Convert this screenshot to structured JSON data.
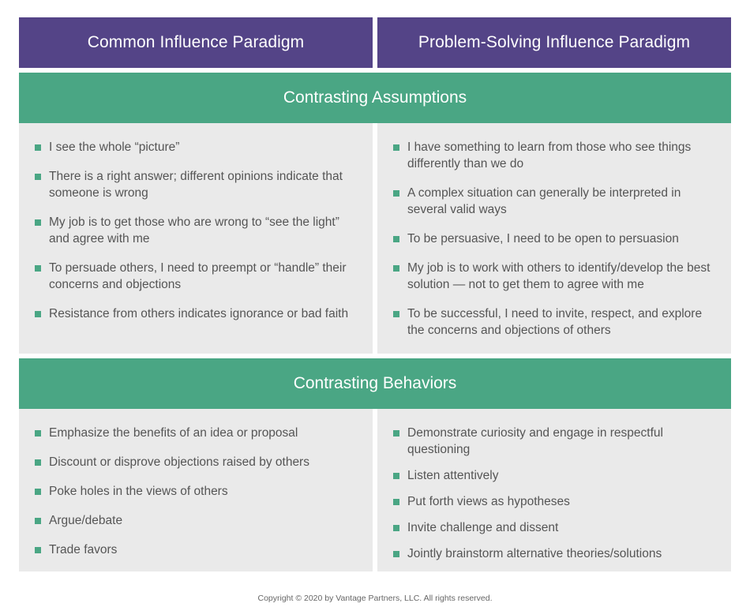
{
  "header": {
    "left_title": "Common Influence Paradigm",
    "right_title": "Problem-Solving Influence Paradigm"
  },
  "assumptions": {
    "title": "Contrasting Assumptions",
    "left": [
      "I see the whole “picture”",
      "There is a right answer; different opinions indicate that someone is wrong",
      "My job is to get those who are wrong to “see the light” and agree with me",
      "To persuade others, I need to preempt or “handle” their concerns and objections",
      "Resistance from others indicates ignorance or bad faith"
    ],
    "right": [
      "I have something to learn from those who see things differently than we do",
      "A complex situation can generally be interpreted in several valid ways",
      "To be persuasive, I need to be open to persuasion",
      "My job is to work with others to identify/develop the best solution — not to get them to agree with me",
      "To be successful, I need to invite, respect, and explore the concerns and objections of others"
    ]
  },
  "behaviors": {
    "title": "Contrasting Behaviors",
    "left": [
      "Emphasize the benefits of an idea or proposal",
      "Discount or disprove objections raised by others",
      "Poke holes in the views of others",
      "Argue/debate",
      "Trade favors"
    ],
    "right": [
      "Demonstrate curiosity and engage in respectful questioning",
      "Listen attentively",
      "Put forth views as hypotheses",
      "Invite challenge and dissent",
      "Jointly brainstorm alternative theories/solutions"
    ]
  },
  "footer": {
    "copyright": "Copyright © 2020 by Vantage Partners, LLC. All rights reserved."
  },
  "colors": {
    "header_purple": "#544487",
    "band_green": "#4aa684",
    "panel_gray": "#eaeaea",
    "text_gray": "#555555"
  }
}
